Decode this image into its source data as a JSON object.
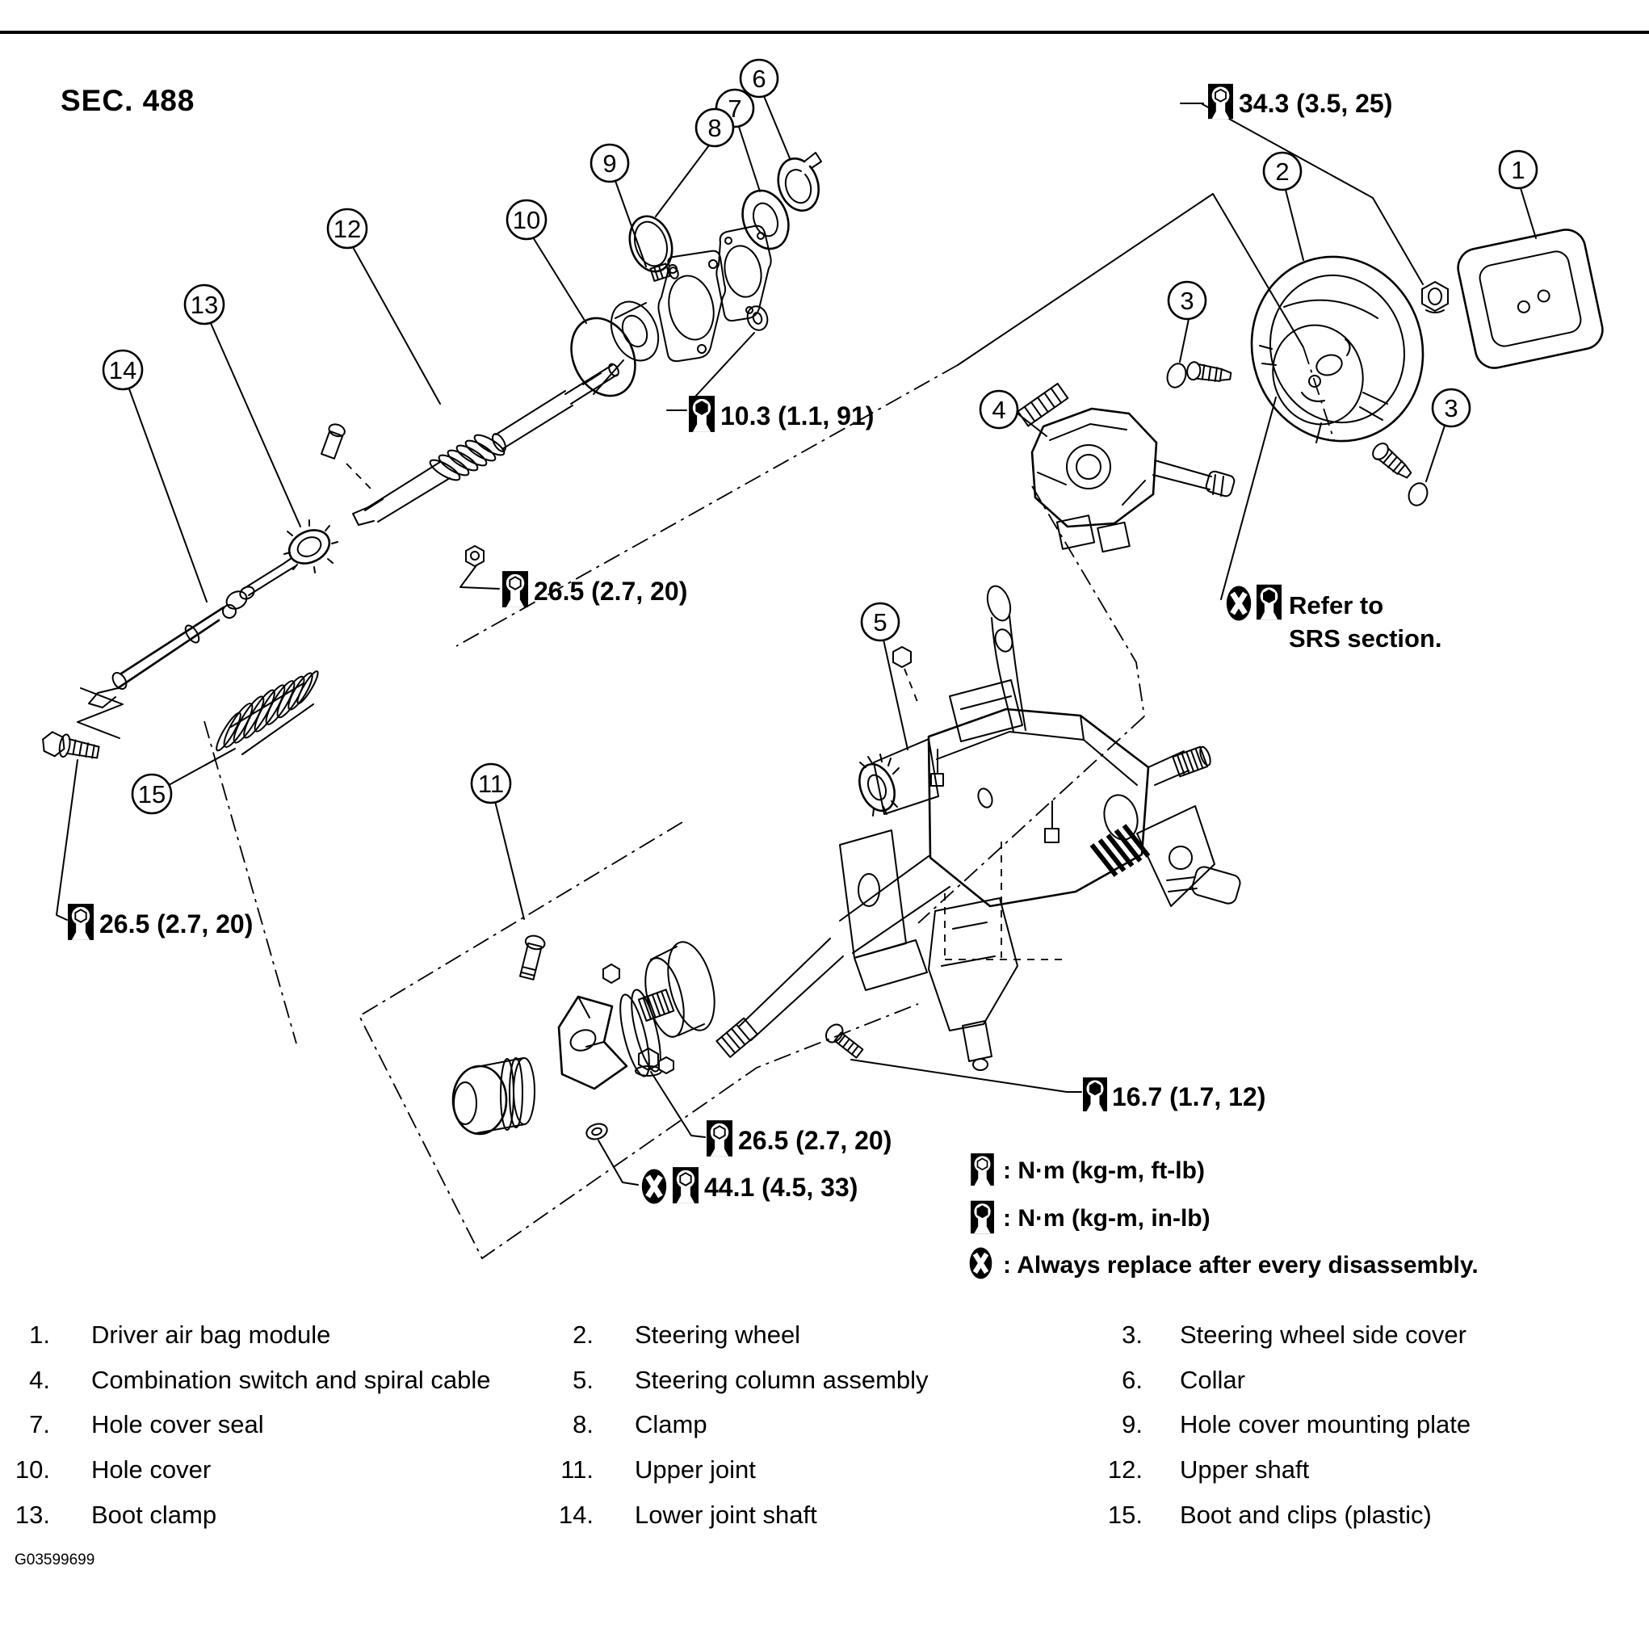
{
  "title": "SEC. 488",
  "figure_code": "G03599699",
  "callouts": [
    "1",
    "2",
    "3",
    "3",
    "4",
    "5",
    "6",
    "7",
    "8",
    "9",
    "10",
    "11",
    "12",
    "13",
    "14",
    "15"
  ],
  "torques": {
    "wheel_nut": "34.3 (3.5, 25)",
    "hole_cover_washer": "10.3 (1.1, 91)",
    "upper_shaft_nut": "26.5 (2.7, 20)",
    "lower_shaft_bolt": "26.5 (2.7, 20)",
    "upper_joint_nut": "26.5 (2.7, 20)",
    "joint_bolt": "44.1 (4.5, 33)",
    "column_screw": "16.7 (1.7, 12)"
  },
  "srs_note": {
    "line1": "Refer to",
    "line2": "SRS section."
  },
  "legend": {
    "ft_lb": ": N·m (kg-m, ft-lb)",
    "in_lb": ": N·m (kg-m, in-lb)",
    "replace": ": Always replace after every disassembly."
  },
  "icons": {
    "ft_lb": "torque-wrench-ftlb-icon",
    "in_lb": "torque-wrench-inlb-icon",
    "replace": "always-replace-x-icon"
  },
  "parts": [
    {
      "num": "1.",
      "name": "Driver air bag module"
    },
    {
      "num": "2.",
      "name": "Steering wheel"
    },
    {
      "num": "3.",
      "name": "Steering wheel side cover"
    },
    {
      "num": "4.",
      "name": "Combination switch and spiral cable"
    },
    {
      "num": "5.",
      "name": "Steering column assembly"
    },
    {
      "num": "6.",
      "name": "Collar"
    },
    {
      "num": "7.",
      "name": "Hole cover seal"
    },
    {
      "num": "8.",
      "name": "Clamp"
    },
    {
      "num": "9.",
      "name": "Hole cover mounting plate"
    },
    {
      "num": "10.",
      "name": "Hole cover"
    },
    {
      "num": "11.",
      "name": "Upper joint"
    },
    {
      "num": "12.",
      "name": "Upper shaft"
    },
    {
      "num": "13.",
      "name": "Boot clamp"
    },
    {
      "num": "14.",
      "name": "Lower joint shaft"
    },
    {
      "num": "15.",
      "name": "Boot and clips (plastic)"
    }
  ]
}
